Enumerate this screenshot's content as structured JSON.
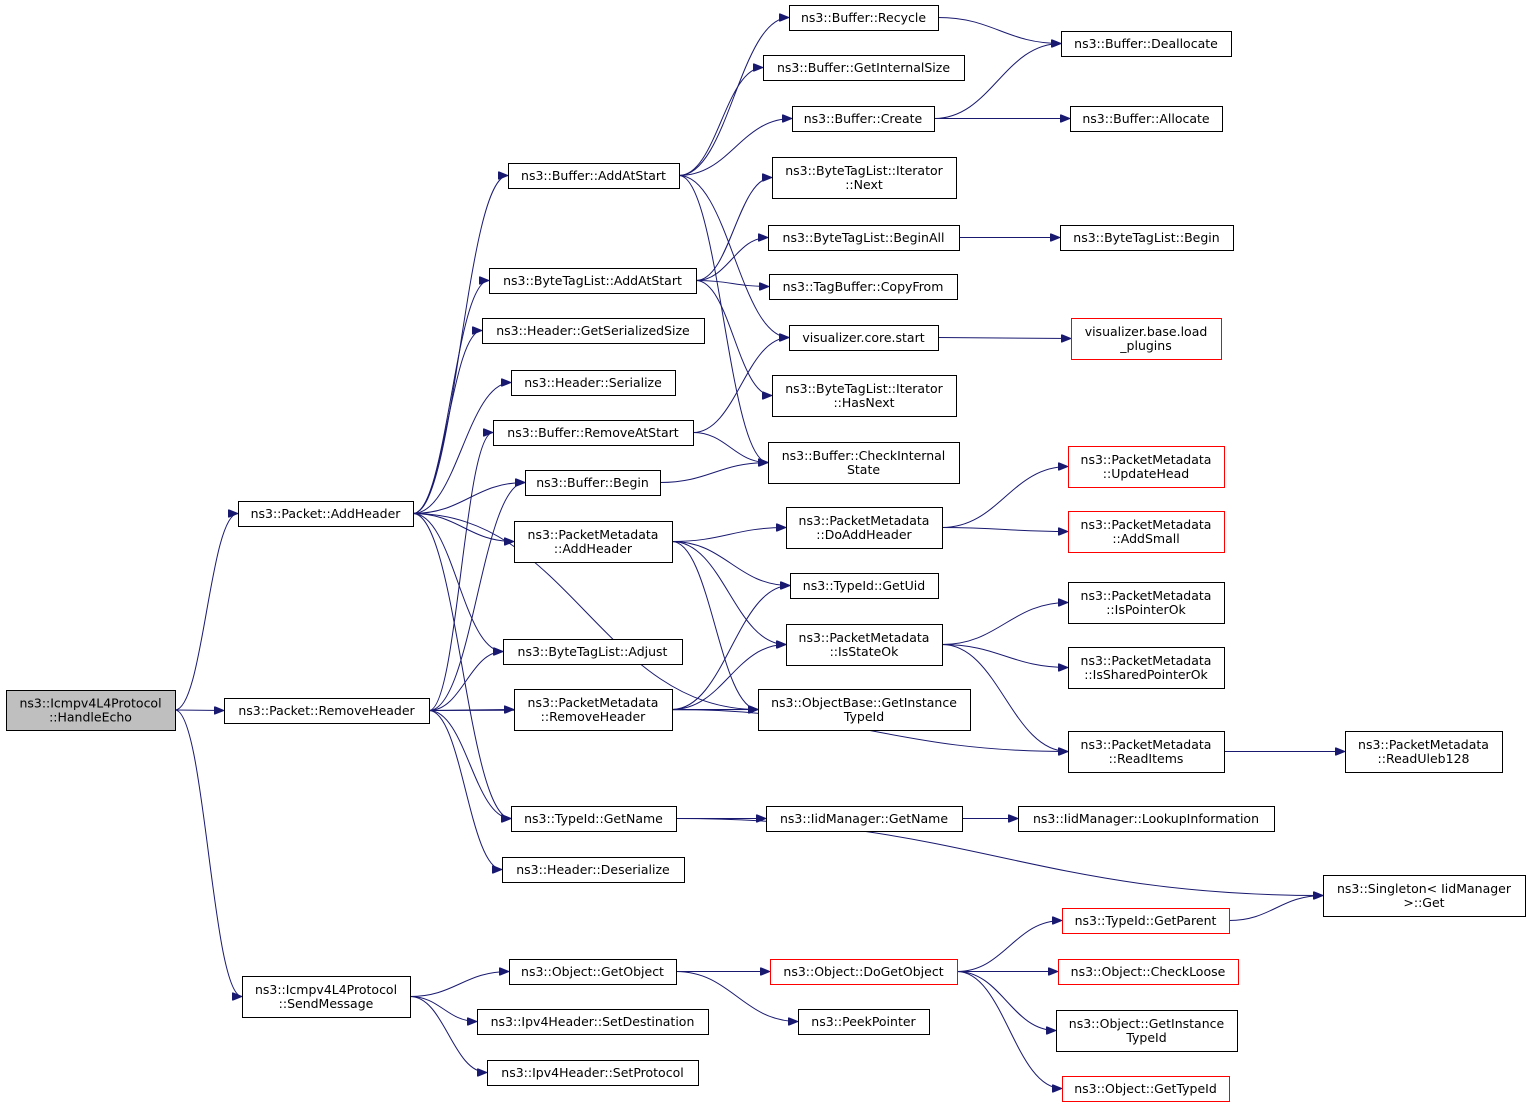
{
  "nodes": [
    {
      "id": "handle_echo",
      "lines": [
        "ns3::Icmpv4L4Protocol",
        "::HandleEcho"
      ],
      "style": "root"
    },
    {
      "id": "packet_addheader",
      "lines": [
        "ns3::Packet::AddHeader"
      ]
    },
    {
      "id": "packet_removeheader",
      "lines": [
        "ns3::Packet::RemoveHeader"
      ]
    },
    {
      "id": "sendmessage",
      "lines": [
        "ns3::Icmpv4L4Protocol",
        "::SendMessage"
      ]
    },
    {
      "id": "buf_addatstart",
      "lines": [
        "ns3::Buffer::AddAtStart"
      ]
    },
    {
      "id": "btl_addatstart",
      "lines": [
        "ns3::ByteTagList::AddAtStart"
      ]
    },
    {
      "id": "hdr_getsersize",
      "lines": [
        "ns3::Header::GetSerializedSize"
      ]
    },
    {
      "id": "hdr_serialize",
      "lines": [
        "ns3::Header::Serialize"
      ]
    },
    {
      "id": "buf_removeatstart",
      "lines": [
        "ns3::Buffer::RemoveAtStart"
      ]
    },
    {
      "id": "buf_begin",
      "lines": [
        "ns3::Buffer::Begin"
      ]
    },
    {
      "id": "pm_addheader",
      "lines": [
        "ns3::PacketMetadata",
        "::AddHeader"
      ]
    },
    {
      "id": "btl_adjust",
      "lines": [
        "ns3::ByteTagList::Adjust"
      ]
    },
    {
      "id": "pm_removeheader",
      "lines": [
        "ns3::PacketMetadata",
        "::RemoveHeader"
      ]
    },
    {
      "id": "typeid_getname",
      "lines": [
        "ns3::TypeId::GetName"
      ]
    },
    {
      "id": "hdr_deserialize",
      "lines": [
        "ns3::Header::Deserialize"
      ]
    },
    {
      "id": "obj_getobject",
      "lines": [
        "ns3::Object::GetObject"
      ]
    },
    {
      "id": "ipv4_setdest",
      "lines": [
        "ns3::Ipv4Header::SetDestination"
      ]
    },
    {
      "id": "ipv4_setproto",
      "lines": [
        "ns3::Ipv4Header::SetProtocol"
      ]
    },
    {
      "id": "buf_recycle",
      "lines": [
        "ns3::Buffer::Recycle"
      ]
    },
    {
      "id": "buf_getinternalsize",
      "lines": [
        "ns3::Buffer::GetInternalSize"
      ]
    },
    {
      "id": "buf_create",
      "lines": [
        "ns3::Buffer::Create"
      ]
    },
    {
      "id": "btl_iter_next",
      "lines": [
        "ns3::ByteTagList::Iterator",
        "::Next"
      ]
    },
    {
      "id": "btl_beginall",
      "lines": [
        "ns3::ByteTagList::BeginAll"
      ]
    },
    {
      "id": "tagbuffer_copyfrom",
      "lines": [
        "ns3::TagBuffer::CopyFrom"
      ]
    },
    {
      "id": "viz_core_start",
      "lines": [
        "visualizer.core.start"
      ]
    },
    {
      "id": "btl_iter_hasnext",
      "lines": [
        "ns3::ByteTagList::Iterator",
        "::HasNext"
      ]
    },
    {
      "id": "buf_checkinternal",
      "lines": [
        "ns3::Buffer::CheckInternal",
        "State"
      ]
    },
    {
      "id": "pm_doaddheader",
      "lines": [
        "ns3::PacketMetadata",
        "::DoAddHeader"
      ]
    },
    {
      "id": "typeid_getuid",
      "lines": [
        "ns3::TypeId::GetUid"
      ]
    },
    {
      "id": "pm_isstateok",
      "lines": [
        "ns3::PacketMetadata",
        "::IsStateOk"
      ]
    },
    {
      "id": "objbase_getinstance",
      "lines": [
        "ns3::ObjectBase::GetInstance",
        "TypeId"
      ]
    },
    {
      "id": "iidmgr_getname",
      "lines": [
        "ns3::IidManager::GetName"
      ]
    },
    {
      "id": "obj_dogetobject",
      "lines": [
        "ns3::Object::DoGetObject"
      ],
      "style": "red"
    },
    {
      "id": "peekpointer",
      "lines": [
        "ns3::PeekPointer"
      ]
    },
    {
      "id": "buf_deallocate",
      "lines": [
        "ns3::Buffer::Deallocate"
      ]
    },
    {
      "id": "buf_allocate",
      "lines": [
        "ns3::Buffer::Allocate"
      ]
    },
    {
      "id": "btl_begin",
      "lines": [
        "ns3::ByteTagList::Begin"
      ]
    },
    {
      "id": "viz_base_load",
      "lines": [
        "visualizer.base.load",
        "_plugins"
      ],
      "style": "red"
    },
    {
      "id": "pm_updatehead",
      "lines": [
        "ns3::PacketMetadata",
        "::UpdateHead"
      ],
      "style": "red"
    },
    {
      "id": "pm_addsmall",
      "lines": [
        "ns3::PacketMetadata",
        "::AddSmall"
      ],
      "style": "red"
    },
    {
      "id": "pm_ispointerok",
      "lines": [
        "ns3::PacketMetadata",
        "::IsPointerOk"
      ]
    },
    {
      "id": "pm_issharedpointerok",
      "lines": [
        "ns3::PacketMetadata",
        "::IsSharedPointerOk"
      ]
    },
    {
      "id": "pm_readitems",
      "lines": [
        "ns3::PacketMetadata",
        "::ReadItems"
      ]
    },
    {
      "id": "iidmgr_lookup",
      "lines": [
        "ns3::IidManager::LookupInformation"
      ]
    },
    {
      "id": "singleton_get",
      "lines": [
        "ns3::Singleton< IidManager",
        ">::Get"
      ]
    },
    {
      "id": "typeid_getparent",
      "lines": [
        "ns3::TypeId::GetParent"
      ],
      "style": "red"
    },
    {
      "id": "obj_checkloose",
      "lines": [
        "ns3::Object::CheckLoose"
      ],
      "style": "red"
    },
    {
      "id": "obj_getinstance",
      "lines": [
        "ns3::Object::GetInstance",
        "TypeId"
      ]
    },
    {
      "id": "obj_gettypeid",
      "lines": [
        "ns3::Object::GetTypeId"
      ],
      "style": "red"
    },
    {
      "id": "pm_readuleb",
      "lines": [
        "ns3::PacketMetadata",
        "::ReadUleb128"
      ]
    }
  ],
  "edges": [
    [
      "handle_echo",
      "packet_addheader"
    ],
    [
      "handle_echo",
      "packet_removeheader"
    ],
    [
      "handle_echo",
      "sendmessage"
    ],
    [
      "packet_addheader",
      "buf_addatstart"
    ],
    [
      "packet_addheader",
      "btl_addatstart"
    ],
    [
      "packet_addheader",
      "hdr_getsersize"
    ],
    [
      "packet_addheader",
      "hdr_serialize"
    ],
    [
      "packet_addheader",
      "buf_begin"
    ],
    [
      "packet_addheader",
      "pm_addheader"
    ],
    [
      "packet_addheader",
      "btl_adjust"
    ],
    [
      "packet_addheader",
      "typeid_getname"
    ],
    [
      "packet_addheader",
      "objbase_getinstance"
    ],
    [
      "packet_removeheader",
      "buf_removeatstart"
    ],
    [
      "packet_removeheader",
      "buf_begin"
    ],
    [
      "packet_removeheader",
      "btl_adjust"
    ],
    [
      "packet_removeheader",
      "pm_removeheader"
    ],
    [
      "packet_removeheader",
      "typeid_getname"
    ],
    [
      "packet_removeheader",
      "hdr_deserialize"
    ],
    [
      "packet_removeheader",
      "objbase_getinstance"
    ],
    [
      "sendmessage",
      "obj_getobject"
    ],
    [
      "sendmessage",
      "ipv4_setdest"
    ],
    [
      "sendmessage",
      "ipv4_setproto"
    ],
    [
      "buf_addatstart",
      "buf_recycle"
    ],
    [
      "buf_addatstart",
      "buf_getinternalsize"
    ],
    [
      "buf_addatstart",
      "buf_create"
    ],
    [
      "buf_addatstart",
      "viz_core_start"
    ],
    [
      "buf_addatstart",
      "buf_checkinternal"
    ],
    [
      "buf_create",
      "buf_deallocate"
    ],
    [
      "buf_create",
      "buf_allocate"
    ],
    [
      "buf_recycle",
      "buf_deallocate"
    ],
    [
      "btl_addatstart",
      "btl_iter_next"
    ],
    [
      "btl_addatstart",
      "btl_beginall"
    ],
    [
      "btl_addatstart",
      "tagbuffer_copyfrom"
    ],
    [
      "btl_addatstart",
      "btl_iter_hasnext"
    ],
    [
      "btl_beginall",
      "btl_begin"
    ],
    [
      "buf_removeatstart",
      "viz_core_start"
    ],
    [
      "buf_removeatstart",
      "buf_checkinternal"
    ],
    [
      "buf_begin",
      "buf_checkinternal"
    ],
    [
      "viz_core_start",
      "viz_base_load"
    ],
    [
      "pm_addheader",
      "pm_doaddheader"
    ],
    [
      "pm_addheader",
      "typeid_getuid"
    ],
    [
      "pm_addheader",
      "pm_isstateok"
    ],
    [
      "pm_addheader",
      "objbase_getinstance"
    ],
    [
      "pm_doaddheader",
      "pm_updatehead"
    ],
    [
      "pm_doaddheader",
      "pm_addsmall"
    ],
    [
      "pm_removeheader",
      "typeid_getuid"
    ],
    [
      "pm_removeheader",
      "pm_isstateok"
    ],
    [
      "pm_removeheader",
      "objbase_getinstance"
    ],
    [
      "pm_removeheader",
      "pm_readitems"
    ],
    [
      "pm_isstateok",
      "pm_ispointerok"
    ],
    [
      "pm_isstateok",
      "pm_issharedpointerok"
    ],
    [
      "pm_isstateok",
      "pm_readitems"
    ],
    [
      "pm_readitems",
      "pm_readuleb"
    ],
    [
      "typeid_getname",
      "iidmgr_getname"
    ],
    [
      "typeid_getname",
      "singleton_get"
    ],
    [
      "iidmgr_getname",
      "iidmgr_lookup"
    ],
    [
      "obj_getobject",
      "obj_dogetobject"
    ],
    [
      "obj_getobject",
      "peekpointer"
    ],
    [
      "obj_dogetobject",
      "typeid_getparent"
    ],
    [
      "obj_dogetobject",
      "obj_checkloose"
    ],
    [
      "obj_dogetobject",
      "obj_getinstance"
    ],
    [
      "obj_dogetobject",
      "obj_gettypeid"
    ],
    [
      "typeid_getparent",
      "singleton_get"
    ]
  ]
}
